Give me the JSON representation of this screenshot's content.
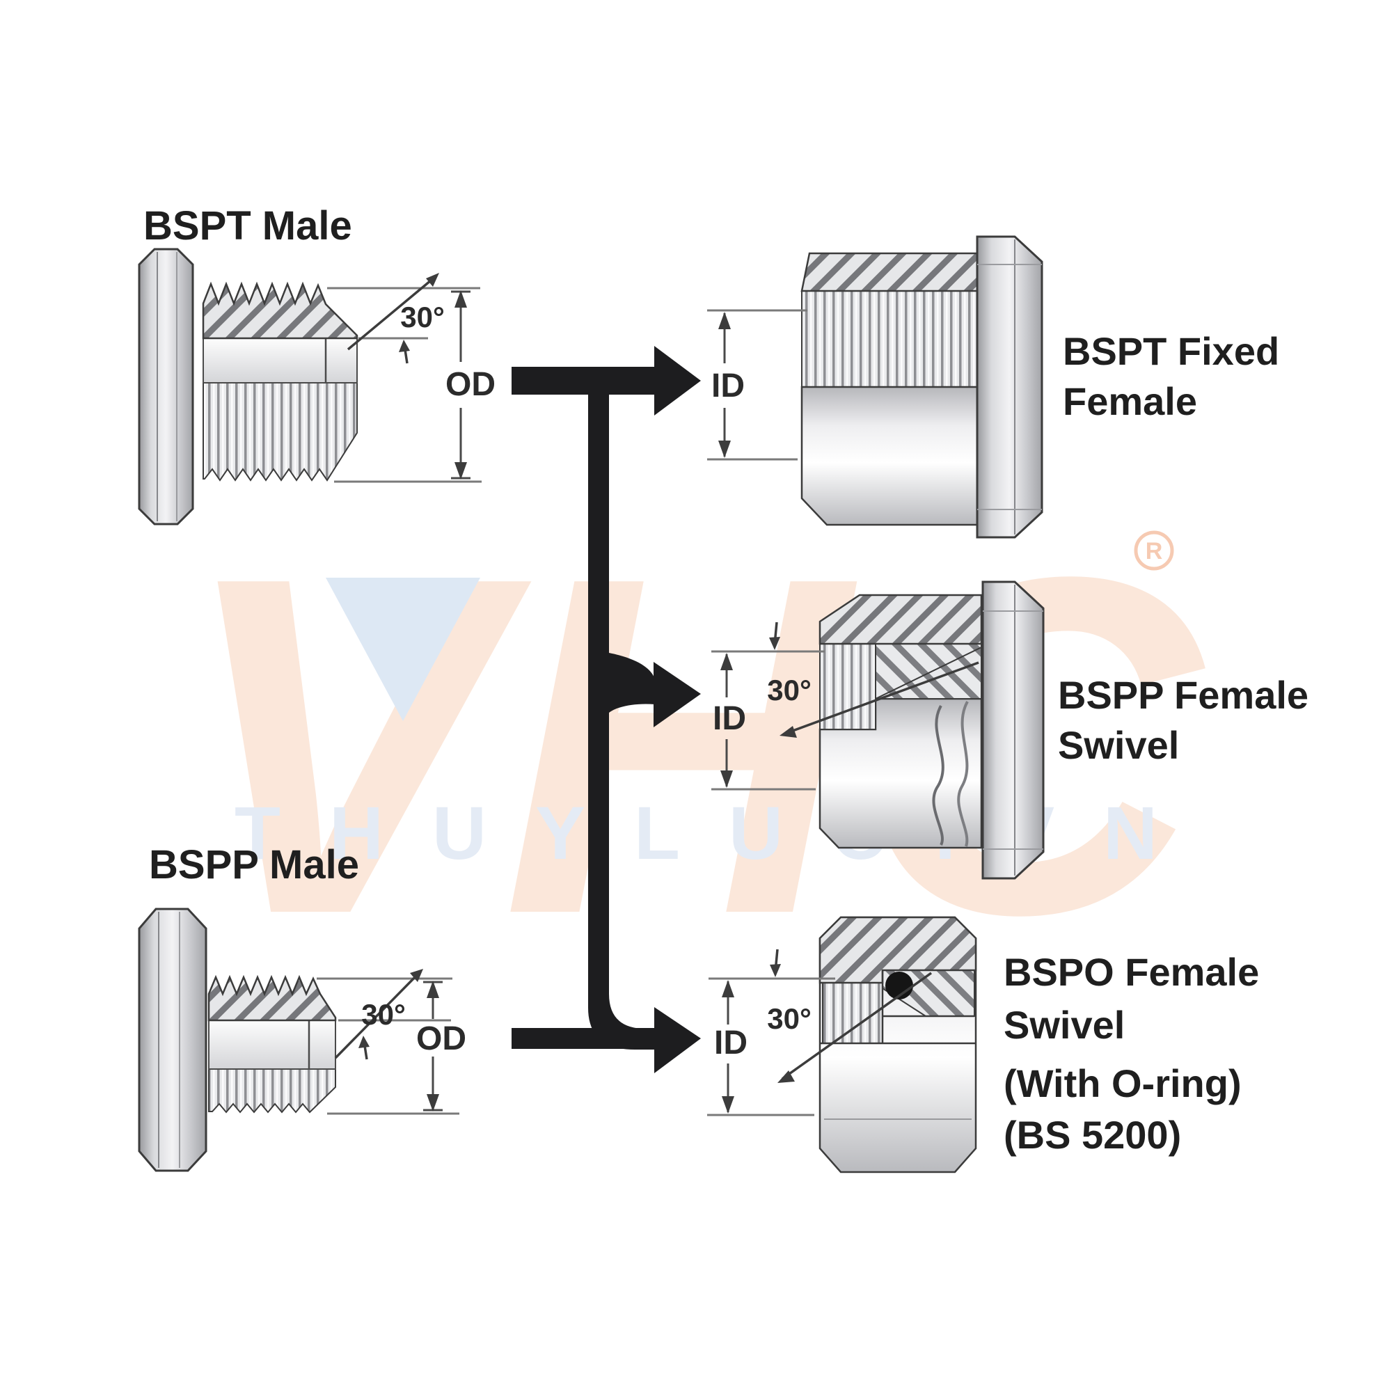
{
  "watermark": {
    "logo_text": "VHC",
    "registered_mark": "R",
    "site_text": "THUYLUC.VN",
    "logo_color": "#fbe7da",
    "logo_accent_color": "#dde8f4",
    "site_text_color": "#e4ebf5"
  },
  "fittings": {
    "bspt_male": {
      "title": "BSPT Male",
      "angle": "30°",
      "dim": "OD"
    },
    "bspp_male": {
      "title": "BSPP Male",
      "angle": "30°",
      "dim": "OD"
    },
    "bspt_fixed_female": {
      "line1": "BSPT Fixed",
      "line2": "Female",
      "dim": "ID"
    },
    "bspp_female_swivel": {
      "line1": "BSPP Female",
      "line2": "Swivel",
      "angle": "30°",
      "dim": "ID"
    },
    "bspo_female_swivel": {
      "line1": "BSPO Female",
      "line2": "Swivel",
      "line3": "(With O-ring)",
      "line4": "(BS 5200)",
      "angle": "30°",
      "dim": "ID"
    }
  },
  "colors": {
    "arrow": "#1d1d1f",
    "outline": "#3b3b3b",
    "dimension_line": "#4a4a4a",
    "extension_line": "#7a7a7a"
  }
}
